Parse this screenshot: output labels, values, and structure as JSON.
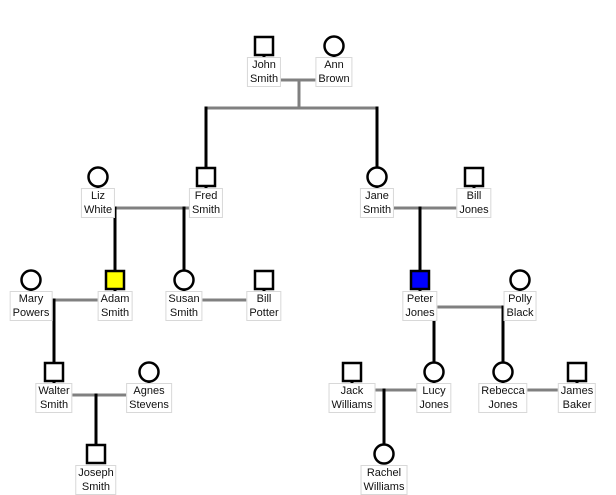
{
  "people": [
    {
      "id": "john",
      "first": "John",
      "last": "Smith",
      "sex": "male",
      "fill": "#ffffff"
    },
    {
      "id": "ann",
      "first": "Ann",
      "last": "Brown",
      "sex": "female",
      "fill": "#ffffff"
    },
    {
      "id": "liz",
      "first": "Liz",
      "last": "White",
      "sex": "female",
      "fill": "#ffffff"
    },
    {
      "id": "fred",
      "first": "Fred",
      "last": "Smith",
      "sex": "male",
      "fill": "#ffffff"
    },
    {
      "id": "jane",
      "first": "Jane",
      "last": "Smith",
      "sex": "female",
      "fill": "#ffffff"
    },
    {
      "id": "bill_j",
      "first": "Bill",
      "last": "Jones",
      "sex": "male",
      "fill": "#ffffff"
    },
    {
      "id": "mary",
      "first": "Mary",
      "last": "Powers",
      "sex": "female",
      "fill": "#ffffff"
    },
    {
      "id": "adam",
      "first": "Adam",
      "last": "Smith",
      "sex": "male",
      "fill": "#ffff00"
    },
    {
      "id": "susan",
      "first": "Susan",
      "last": "Smith",
      "sex": "female",
      "fill": "#ffffff"
    },
    {
      "id": "bill_p",
      "first": "Bill",
      "last": "Potter",
      "sex": "male",
      "fill": "#ffffff"
    },
    {
      "id": "peter",
      "first": "Peter",
      "last": "Jones",
      "sex": "male",
      "fill": "#0000ff"
    },
    {
      "id": "polly",
      "first": "Polly",
      "last": "Black",
      "sex": "female",
      "fill": "#ffffff"
    },
    {
      "id": "walter",
      "first": "Walter",
      "last": "Smith",
      "sex": "male",
      "fill": "#ffffff"
    },
    {
      "id": "agnes",
      "first": "Agnes",
      "last": "Stevens",
      "sex": "female",
      "fill": "#ffffff"
    },
    {
      "id": "jack",
      "first": "Jack",
      "last": "Williams",
      "sex": "male",
      "fill": "#ffffff"
    },
    {
      "id": "lucy",
      "first": "Lucy",
      "last": "Jones",
      "sex": "female",
      "fill": "#ffffff"
    },
    {
      "id": "rebecca",
      "first": "Rebecca",
      "last": "Jones",
      "sex": "female",
      "fill": "#ffffff"
    },
    {
      "id": "james",
      "first": "James",
      "last": "Baker",
      "sex": "male",
      "fill": "#ffffff"
    },
    {
      "id": "joseph",
      "first": "Joseph",
      "last": "Smith",
      "sex": "male",
      "fill": "#ffffff"
    },
    {
      "id": "rachel",
      "first": "Rachel",
      "last": "Williams",
      "sex": "female",
      "fill": "#ffffff"
    }
  ],
  "unions": [
    {
      "partners": [
        "john",
        "ann"
      ],
      "children": [
        "fred",
        "jane"
      ]
    },
    {
      "partners": [
        "liz",
        "fred"
      ],
      "children": [
        "adam",
        "susan"
      ]
    },
    {
      "partners": [
        "jane",
        "bill_j"
      ],
      "children": [
        "peter"
      ]
    },
    {
      "partners": [
        "mary",
        "adam"
      ],
      "children": [
        "walter"
      ]
    },
    {
      "partners": [
        "susan",
        "bill_p"
      ],
      "children": []
    },
    {
      "partners": [
        "peter",
        "polly"
      ],
      "children": [
        "lucy",
        "rebecca"
      ]
    },
    {
      "partners": [
        "walter",
        "agnes"
      ],
      "children": [
        "joseph"
      ]
    },
    {
      "partners": [
        "jack",
        "lucy"
      ],
      "children": [
        "rachel"
      ]
    },
    {
      "partners": [
        "rebecca",
        "james"
      ],
      "children": []
    }
  ],
  "colors": {
    "line_gray": "#808080",
    "line_black": "#000000",
    "label_border": "#d8d8d8"
  }
}
